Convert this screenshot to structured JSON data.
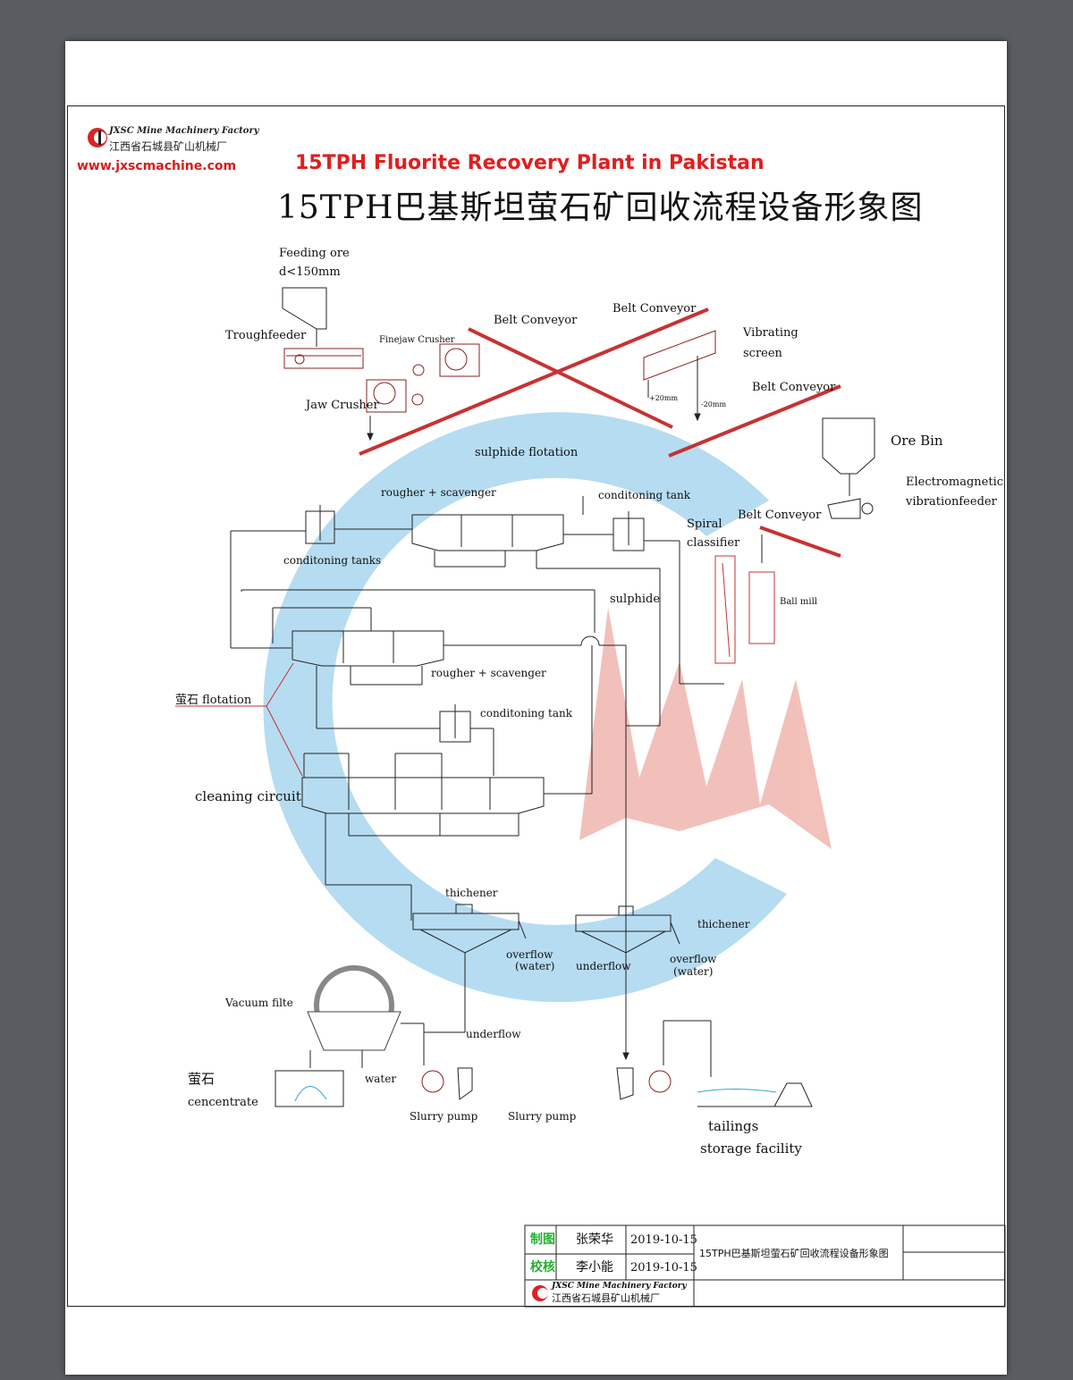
{
  "header": {
    "brand_en": "JXSC Mine Machinery Factory",
    "brand_cn": "江西省石城县矿山机械厂",
    "website": "www.jxscmachine.com",
    "title_en": "15TPH Fluorite Recovery Plant in Pakistan",
    "title_cn": "15TPH巴基斯坦萤石矿回收流程设备形象图"
  },
  "labels": {
    "feeding_ore": "Feeding ore",
    "feed_size": "d<150mm",
    "troughfeeder": "Troughfeeder",
    "finejaw_crusher": "Finejaw Crusher",
    "jaw_crusher": "Jaw Crusher",
    "belt_conveyor_1": "Belt Conveyor",
    "belt_conveyor_2": "Belt Conveyor",
    "belt_conveyor_3": "Belt Conveyor",
    "belt_conveyor_4": "Belt Conveyor",
    "vibrating_screen_1": "Vibrating",
    "vibrating_screen_2": "screen",
    "plus20": "+20mm",
    "minus20": "-20mm",
    "ore_bin": "Ore Bin",
    "em_feeder_1": "Electromagnetic",
    "em_feeder_2": "vibrationfeeder",
    "sulphide_flotation": "sulphide flotation",
    "rougher_scavenger_1": "rougher + scavenger",
    "conditioning_tank_1": "conditoning tank",
    "spiral_classifier_1": "Spiral",
    "spiral_classifier_2": "classifier",
    "conditioning_tanks": "conditoning tanks",
    "ball_mill": "Ball mill",
    "sulphide": "sulphide",
    "rougher_scavenger_2": "rougher + scavenger",
    "fluorite_flotation": "萤石 flotation",
    "conditioning_tank_2": "conditoning tank",
    "cleaning_circuit": "cleaning circuit",
    "thickener_1": "thichener",
    "thickener_2": "thichener",
    "overflow_1": "overflow",
    "water_1": "(water)",
    "underflow_1": "underflow",
    "overflow_2": "overflow",
    "water_2": "(water)",
    "vacuum_filter": "Vacuum filte",
    "underflow_2": "underflow",
    "concentrate_1": "萤石",
    "concentrate_2": "cencentrate",
    "water_3": "water",
    "slurry_pump_1": "Slurry pump",
    "slurry_pump_2": "Slurry pump",
    "tailings_1": "tailings",
    "tailings_2": "storage facility"
  },
  "title_block": {
    "drawn_label": "制图",
    "drawn_name": "张荣华",
    "drawn_date": "2019-10-15",
    "checked_label": "校核",
    "checked_name": "李小能",
    "checked_date": "2019-10-15",
    "drawing_title": "15TPH巴基斯坦萤石矿回收流程设备形象图",
    "brand_en": "JXSC Mine Machinery Factory",
    "brand_cn": "江西省石城县矿山机械厂"
  },
  "colors": {
    "page_bg": "#595c61",
    "watermark_blue": "#8ec8e8",
    "watermark_red": "#e8a09a",
    "title_red": "#e01e1e",
    "equipment_red": "#c83232",
    "stamp_green": "#22b02e"
  }
}
